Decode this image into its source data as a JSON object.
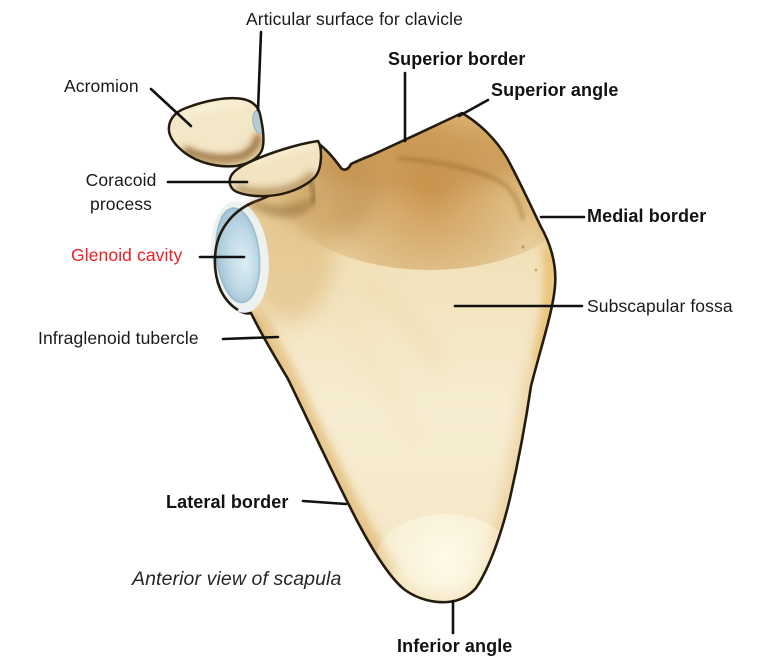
{
  "figure": {
    "caption": "Anterior view of scapula",
    "labels": {
      "articular_surface": "Articular surface for clavicle",
      "acromion": "Acromion",
      "coracoid_process": "Coracoid process",
      "glenoid_cavity": "Glenoid cavity",
      "infraglenoid_tubercle": "Infraglenoid tubercle",
      "superior_border": "Superior border",
      "superior_angle": "Superior angle",
      "medial_border": "Medial border",
      "subscapular_fossa": "Subscapular fossa",
      "lateral_border": "Lateral border",
      "inferior_angle": "Inferior angle"
    },
    "colors": {
      "background": "#ffffff",
      "bone_fill": "#f5e9c9",
      "bone_shade_dark": "#c89147",
      "bone_outline": "#241c0e",
      "glenoid_blue": "#a9c9da",
      "glenoid_rim": "#edf2f1",
      "label_text": "#1a1a1a",
      "label_red": "#ee2024",
      "leader_line": "#111111"
    }
  }
}
